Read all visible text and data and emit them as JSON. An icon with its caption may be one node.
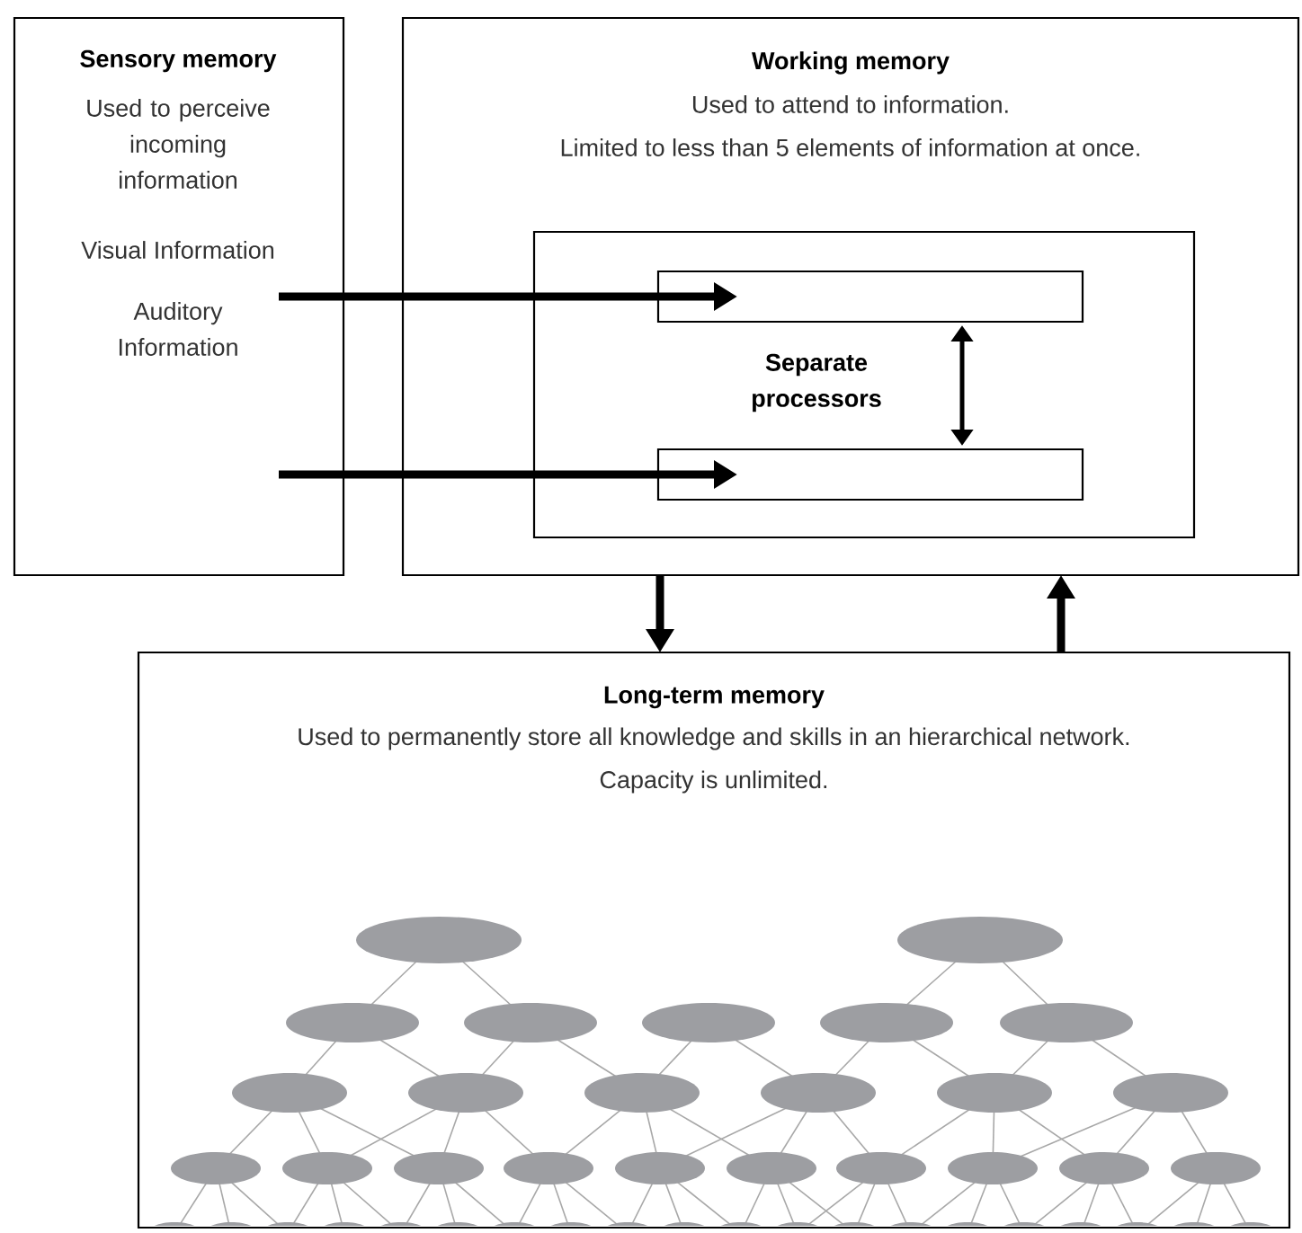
{
  "diagram": {
    "nodes": [
      {
        "text": [
          "Sensory memory",
          "Used to perceive incoming information",
          "Visual Information",
          "Auditory Information"
        ]
      },
      {
        "text": [
          "Working memory",
          "Used to attend to information.",
          "Limited to less than 5 elements of information at once."
        ]
      },
      {
        "text": [
          "Separate processors"
        ],
        "in": 1
      },
      {
        "text": [],
        "shape": "box",
        "in": 2
      },
      {
        "text": [],
        "shape": "box",
        "in": 2
      },
      {
        "text": [
          "Long-term memory",
          "Used to permanently store all knowledge and skills in an hierarchical network.",
          "Capacity is unlimited."
        ]
      }
    ],
    "edges": [
      {
        "from": 0,
        "to": 3,
        "arrow": "to"
      },
      {
        "from": 0,
        "to": 4,
        "arrow": "to"
      },
      {
        "from": 3,
        "to": 4,
        "arrow": "both"
      },
      {
        "from": 1,
        "to": 5,
        "arrow": "to"
      },
      {
        "from": 5,
        "to": 1,
        "arrow": "to"
      }
    ]
  }
}
